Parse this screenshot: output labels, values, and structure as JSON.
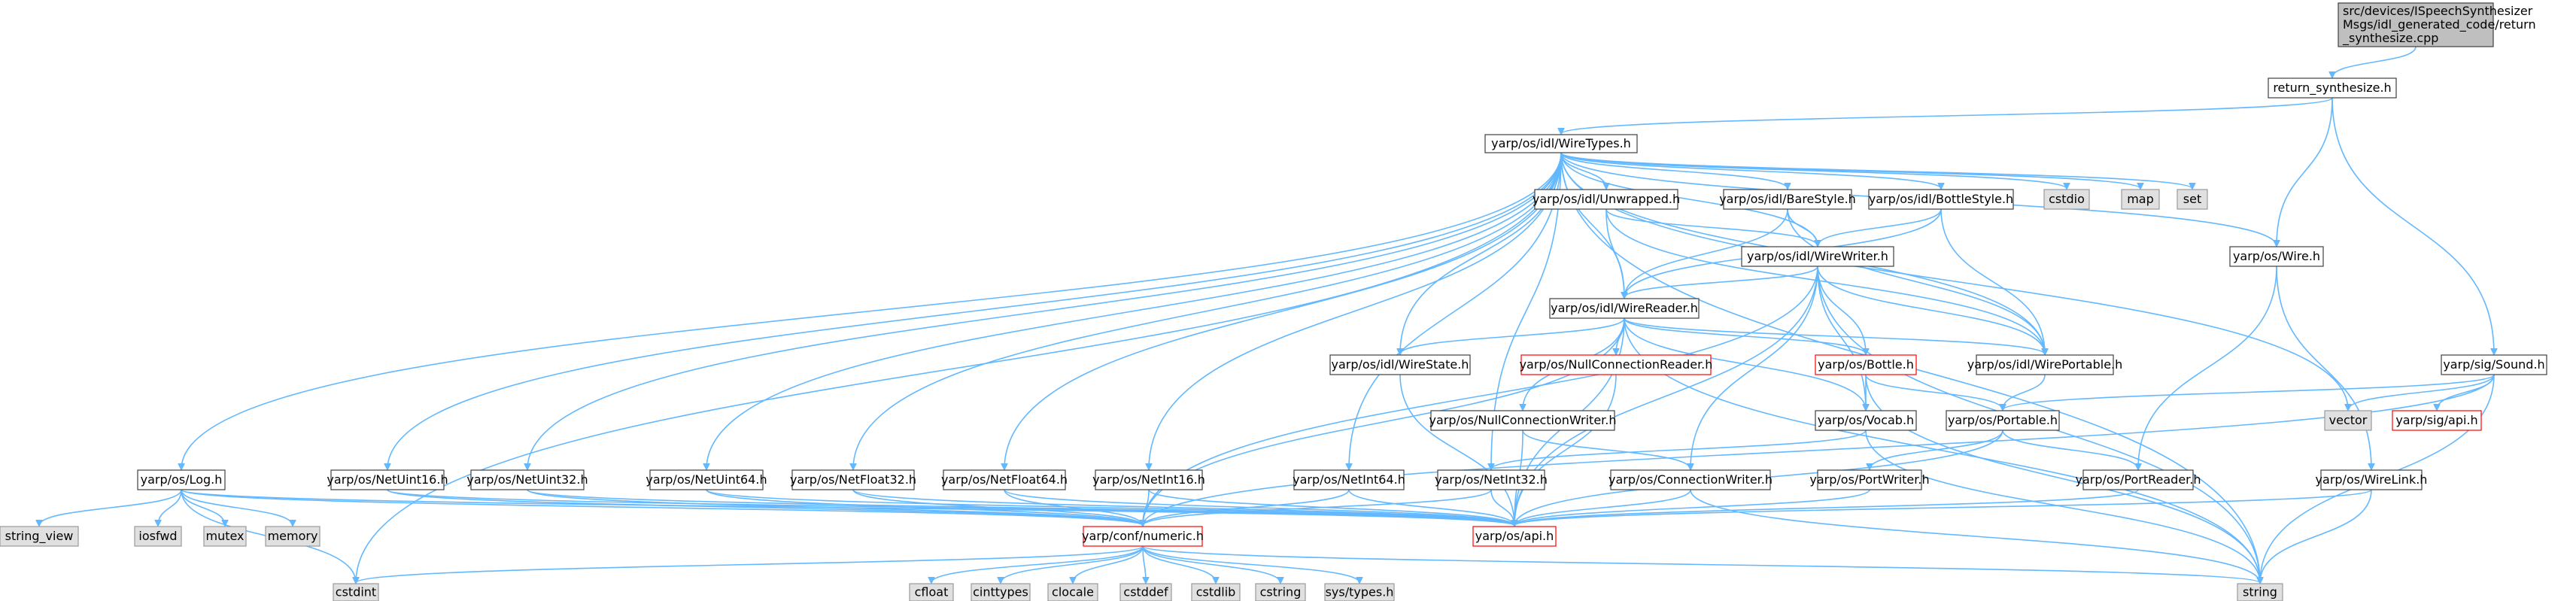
{
  "colors": {
    "edge": "#63b8ff",
    "node_fill": "#ffffff",
    "node_border": "#404040",
    "root_fill": "#bfbfbf",
    "system_fill": "#e0e0e0",
    "system_border": "#999999",
    "missing_border": "#ff0000"
  },
  "nodes": [
    {
      "id": "root",
      "lines": [
        "src/devices/ISpeechSynthesizer",
        "Msgs/idl_generated_code/return",
        "_synthesize.cpp"
      ],
      "style": "root"
    },
    {
      "id": "rs",
      "lines": [
        "return_synthesize.h"
      ],
      "style": "normal"
    },
    {
      "id": "wt",
      "lines": [
        "yarp/os/idl/WireTypes.h"
      ],
      "style": "normal"
    },
    {
      "id": "unw",
      "lines": [
        "yarp/os/idl/Unwrapped.h"
      ],
      "style": "normal"
    },
    {
      "id": "bare",
      "lines": [
        "yarp/os/idl/BareStyle.h"
      ],
      "style": "normal"
    },
    {
      "id": "bottlestyle",
      "lines": [
        "yarp/os/idl/BottleStyle.h"
      ],
      "style": "normal"
    },
    {
      "id": "cstdio",
      "lines": [
        "cstdio"
      ],
      "style": "system"
    },
    {
      "id": "map",
      "lines": [
        "map"
      ],
      "style": "system"
    },
    {
      "id": "set",
      "lines": [
        "set"
      ],
      "style": "system"
    },
    {
      "id": "ww",
      "lines": [
        "yarp/os/idl/WireWriter.h"
      ],
      "style": "normal"
    },
    {
      "id": "wire",
      "lines": [
        "yarp/os/Wire.h"
      ],
      "style": "normal"
    },
    {
      "id": "wr",
      "lines": [
        "yarp/os/idl/WireReader.h"
      ],
      "style": "normal"
    },
    {
      "id": "ws",
      "lines": [
        "yarp/os/idl/WireState.h"
      ],
      "style": "normal"
    },
    {
      "id": "ncr",
      "lines": [
        "yarp/os/NullConnectionReader.h"
      ],
      "style": "missing"
    },
    {
      "id": "bottle",
      "lines": [
        "yarp/os/Bottle.h"
      ],
      "style": "missing"
    },
    {
      "id": "wp",
      "lines": [
        "yarp/os/idl/WirePortable.h"
      ],
      "style": "normal"
    },
    {
      "id": "sound",
      "lines": [
        "yarp/sig/Sound.h"
      ],
      "style": "normal"
    },
    {
      "id": "vector",
      "lines": [
        "vector"
      ],
      "style": "system"
    },
    {
      "id": "sigapi",
      "lines": [
        "yarp/sig/api.h"
      ],
      "style": "missing"
    },
    {
      "id": "ncw",
      "lines": [
        "yarp/os/NullConnectionWriter.h"
      ],
      "style": "normal"
    },
    {
      "id": "vocab",
      "lines": [
        "yarp/os/Vocab.h"
      ],
      "style": "normal"
    },
    {
      "id": "portable",
      "lines": [
        "yarp/os/Portable.h"
      ],
      "style": "normal"
    },
    {
      "id": "log",
      "lines": [
        "yarp/os/Log.h"
      ],
      "style": "normal"
    },
    {
      "id": "nu16",
      "lines": [
        "yarp/os/NetUint16.h"
      ],
      "style": "normal"
    },
    {
      "id": "nu32",
      "lines": [
        "yarp/os/NetUint32.h"
      ],
      "style": "normal"
    },
    {
      "id": "nu64",
      "lines": [
        "yarp/os/NetUint64.h"
      ],
      "style": "normal"
    },
    {
      "id": "nf32",
      "lines": [
        "yarp/os/NetFloat32.h"
      ],
      "style": "normal"
    },
    {
      "id": "nf64",
      "lines": [
        "yarp/os/NetFloat64.h"
      ],
      "style": "normal"
    },
    {
      "id": "ni16",
      "lines": [
        "yarp/os/NetInt16.h"
      ],
      "style": "normal"
    },
    {
      "id": "ni64",
      "lines": [
        "yarp/os/NetInt64.h"
      ],
      "style": "normal"
    },
    {
      "id": "ni32",
      "lines": [
        "yarp/os/NetInt32.h"
      ],
      "style": "normal"
    },
    {
      "id": "cw",
      "lines": [
        "yarp/os/ConnectionWriter.h"
      ],
      "style": "normal"
    },
    {
      "id": "pw",
      "lines": [
        "yarp/os/PortWriter.h"
      ],
      "style": "normal"
    },
    {
      "id": "pr",
      "lines": [
        "yarp/os/PortReader.h"
      ],
      "style": "normal"
    },
    {
      "id": "wl",
      "lines": [
        "yarp/os/WireLink.h"
      ],
      "style": "normal"
    },
    {
      "id": "sv",
      "lines": [
        "string_view"
      ],
      "style": "system"
    },
    {
      "id": "iosfwd",
      "lines": [
        "iosfwd"
      ],
      "style": "system"
    },
    {
      "id": "mutex",
      "lines": [
        "mutex"
      ],
      "style": "system"
    },
    {
      "id": "memory",
      "lines": [
        "memory"
      ],
      "style": "system"
    },
    {
      "id": "numeric",
      "lines": [
        "yarp/conf/numeric.h"
      ],
      "style": "missing"
    },
    {
      "id": "osapi",
      "lines": [
        "yarp/os/api.h"
      ],
      "style": "missing"
    },
    {
      "id": "cstdint",
      "lines": [
        "cstdint"
      ],
      "style": "system"
    },
    {
      "id": "cfloat",
      "lines": [
        "cfloat"
      ],
      "style": "system"
    },
    {
      "id": "cinttypes",
      "lines": [
        "cinttypes"
      ],
      "style": "system"
    },
    {
      "id": "clocale",
      "lines": [
        "clocale"
      ],
      "style": "system"
    },
    {
      "id": "cstddef",
      "lines": [
        "cstddef"
      ],
      "style": "system"
    },
    {
      "id": "cstdlib",
      "lines": [
        "cstdlib"
      ],
      "style": "system"
    },
    {
      "id": "cstring",
      "lines": [
        "cstring"
      ],
      "style": "system"
    },
    {
      "id": "systypes",
      "lines": [
        "sys/types.h"
      ],
      "style": "system"
    },
    {
      "id": "string",
      "lines": [
        "string"
      ],
      "style": "system"
    }
  ],
  "edges": [
    [
      "root",
      "rs"
    ],
    [
      "rs",
      "wt"
    ],
    [
      "rs",
      "wire"
    ],
    [
      "rs",
      "sound"
    ],
    [
      "wt",
      "unw"
    ],
    [
      "wt",
      "bare"
    ],
    [
      "wt",
      "bottlestyle"
    ],
    [
      "wt",
      "cstdio"
    ],
    [
      "wt",
      "map"
    ],
    [
      "wt",
      "set"
    ],
    [
      "wt",
      "ww"
    ],
    [
      "wt",
      "wire"
    ],
    [
      "wt",
      "wr"
    ],
    [
      "wt",
      "ws"
    ],
    [
      "wt",
      "wp"
    ],
    [
      "wt",
      "vector"
    ],
    [
      "wt",
      "string"
    ],
    [
      "wt",
      "log"
    ],
    [
      "wt",
      "nu16"
    ],
    [
      "wt",
      "nu32"
    ],
    [
      "wt",
      "nu64"
    ],
    [
      "wt",
      "nf32"
    ],
    [
      "wt",
      "nf64"
    ],
    [
      "wt",
      "ni16"
    ],
    [
      "wt",
      "ni64"
    ],
    [
      "wt",
      "ni32"
    ],
    [
      "wt",
      "cstdint"
    ],
    [
      "unw",
      "ww"
    ],
    [
      "unw",
      "wr"
    ],
    [
      "unw",
      "wp"
    ],
    [
      "bare",
      "ww"
    ],
    [
      "bare",
      "wr"
    ],
    [
      "bare",
      "wp"
    ],
    [
      "bottlestyle",
      "ww"
    ],
    [
      "bottlestyle",
      "wr"
    ],
    [
      "bottlestyle",
      "wp"
    ],
    [
      "ww",
      "wr"
    ],
    [
      "ww",
      "bottle"
    ],
    [
      "ww",
      "wp"
    ],
    [
      "ww",
      "vocab"
    ],
    [
      "ww",
      "cw"
    ],
    [
      "ww",
      "numeric"
    ],
    [
      "ww",
      "osapi"
    ],
    [
      "ww",
      "string"
    ],
    [
      "wr",
      "ws"
    ],
    [
      "wr",
      "ncr"
    ],
    [
      "wr",
      "bottle"
    ],
    [
      "wr",
      "wp"
    ],
    [
      "wr",
      "ncw"
    ],
    [
      "wr",
      "vocab"
    ],
    [
      "wr",
      "numeric"
    ],
    [
      "wr",
      "osapi"
    ],
    [
      "wr",
      "string"
    ],
    [
      "ws",
      "osapi"
    ],
    [
      "ncr",
      "osapi"
    ],
    [
      "bottle",
      "portable"
    ],
    [
      "bottle",
      "vocab"
    ],
    [
      "bottle",
      "string"
    ],
    [
      "wp",
      "portable"
    ],
    [
      "wire",
      "pr"
    ],
    [
      "wire",
      "wl"
    ],
    [
      "sound",
      "vector"
    ],
    [
      "sound",
      "sigapi"
    ],
    [
      "sound",
      "portable"
    ],
    [
      "sound",
      "numeric"
    ],
    [
      "sound",
      "string"
    ],
    [
      "ncw",
      "cw"
    ],
    [
      "ncw",
      "osapi"
    ],
    [
      "vocab",
      "ni32"
    ],
    [
      "vocab",
      "string"
    ],
    [
      "portable",
      "pw"
    ],
    [
      "portable",
      "pr"
    ],
    [
      "portable",
      "osapi"
    ],
    [
      "log",
      "sv"
    ],
    [
      "log",
      "iosfwd"
    ],
    [
      "log",
      "mutex"
    ],
    [
      "log",
      "memory"
    ],
    [
      "log",
      "cstdint"
    ],
    [
      "log",
      "numeric"
    ],
    [
      "log",
      "osapi"
    ],
    [
      "nu16",
      "numeric"
    ],
    [
      "nu16",
      "osapi"
    ],
    [
      "nu32",
      "numeric"
    ],
    [
      "nu32",
      "osapi"
    ],
    [
      "nu64",
      "numeric"
    ],
    [
      "nu64",
      "osapi"
    ],
    [
      "nf32",
      "numeric"
    ],
    [
      "nf32",
      "osapi"
    ],
    [
      "nf64",
      "numeric"
    ],
    [
      "nf64",
      "osapi"
    ],
    [
      "ni16",
      "numeric"
    ],
    [
      "ni16",
      "osapi"
    ],
    [
      "ni64",
      "numeric"
    ],
    [
      "ni64",
      "osapi"
    ],
    [
      "ni32",
      "numeric"
    ],
    [
      "ni32",
      "osapi"
    ],
    [
      "cw",
      "osapi"
    ],
    [
      "cw",
      "string"
    ],
    [
      "pw",
      "osapi"
    ],
    [
      "pr",
      "osapi"
    ],
    [
      "wl",
      "osapi"
    ],
    [
      "wl",
      "string"
    ],
    [
      "numeric",
      "cstdint"
    ],
    [
      "numeric",
      "cfloat"
    ],
    [
      "numeric",
      "cinttypes"
    ],
    [
      "numeric",
      "clocale"
    ],
    [
      "numeric",
      "cstddef"
    ],
    [
      "numeric",
      "cstdlib"
    ],
    [
      "numeric",
      "cstring"
    ],
    [
      "numeric",
      "systypes"
    ],
    [
      "numeric",
      "string"
    ]
  ]
}
